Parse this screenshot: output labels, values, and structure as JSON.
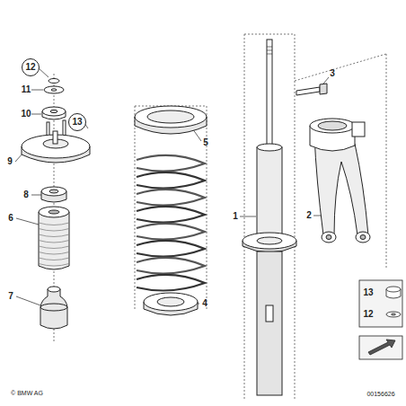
{
  "diagram": {
    "nodes": [
      {
        "text": [
          "12"
        ]
      },
      {
        "text": [
          "13"
        ]
      }
    ],
    "labels": [
      "11",
      "10",
      "9",
      "8",
      "6",
      "7",
      "5",
      "4",
      "1",
      "2",
      "3",
      "13",
      "12",
      "© BMW AG",
      "00156626"
    ]
  }
}
